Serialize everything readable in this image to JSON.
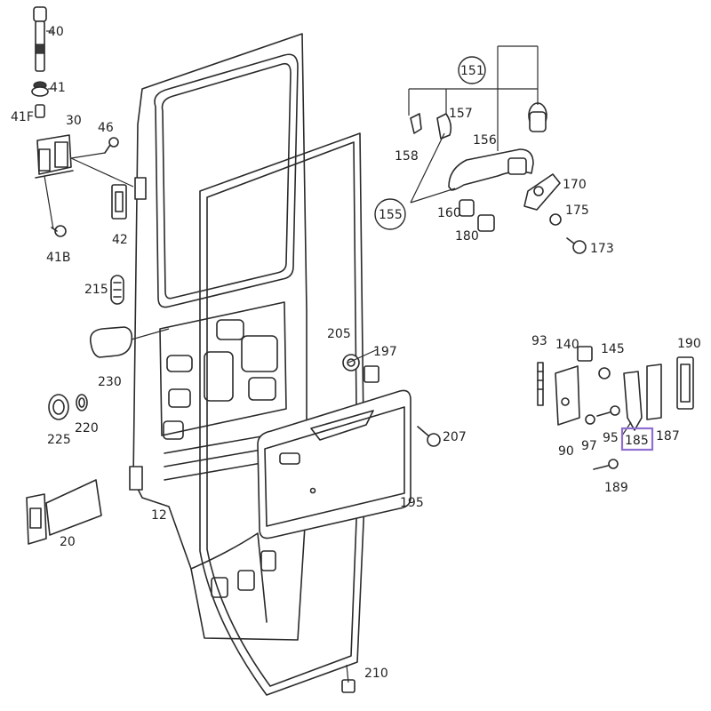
{
  "diagram": {
    "labels": {
      "p40": "40",
      "p41": "41",
      "p41F": "41F",
      "p30": "30",
      "p46": "46",
      "p42": "42",
      "p41B": "41B",
      "p215": "215",
      "p230": "230",
      "p225": "225",
      "p220": "220",
      "p20": "20",
      "p12": "12",
      "p151": "151",
      "p157": "157",
      "p158": "158",
      "p156": "156",
      "p155": "155",
      "p160": "160",
      "p170": "170",
      "p175": "175",
      "p180": "180",
      "p173": "173",
      "p205": "205",
      "p197": "197",
      "p207": "207",
      "p195": "195",
      "p93": "93",
      "p140": "140",
      "p145": "145",
      "p190": "190",
      "p90": "90",
      "p97": "97",
      "p95": "95",
      "p185": "185",
      "p187": "187",
      "p189": "189",
      "p210": "210"
    },
    "highlight_label": "185",
    "highlight_color": "#8e6fd1",
    "line_color": "#2a2a2a"
  }
}
